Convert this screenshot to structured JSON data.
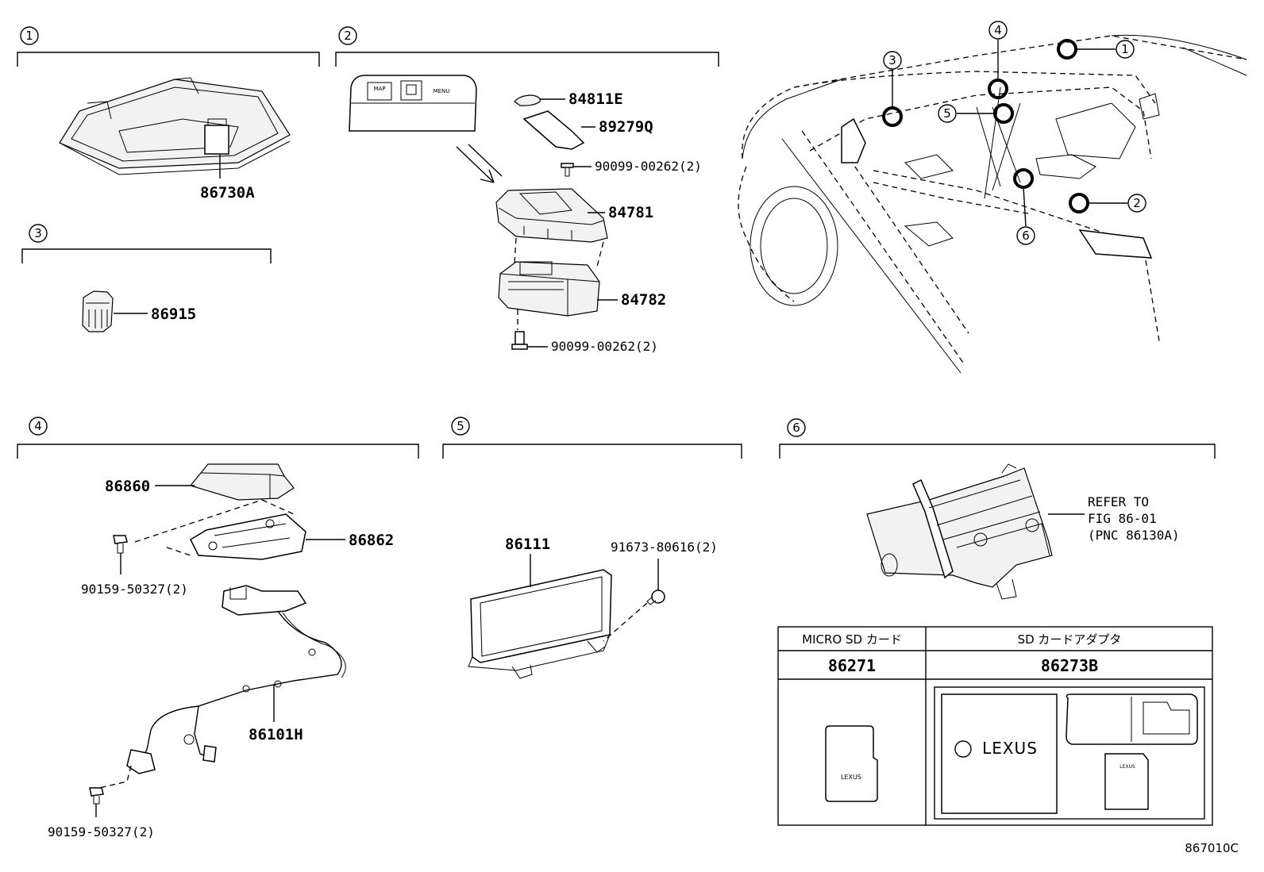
{
  "sections": [
    {
      "id": "1",
      "parts": [
        "86730A"
      ]
    },
    {
      "id": "2",
      "parts": [
        "84811E",
        "89279Q",
        "90099-00262(2)",
        "84781",
        "84782",
        "90099-00262(2)"
      ]
    },
    {
      "id": "3",
      "parts": [
        "86915"
      ]
    },
    {
      "id": "4",
      "parts": [
        "86860",
        "86862",
        "90159-50327(2)",
        "86101H",
        "90159-50327(2)"
      ]
    },
    {
      "id": "5",
      "parts": [
        "86111",
        "91673-80616(2)"
      ]
    },
    {
      "id": "6",
      "refer": [
        "REFER TO",
        "FIG 86-01",
        "(PNC 86130A)"
      ]
    }
  ],
  "location_callouts": [
    "1",
    "2",
    "3",
    "4",
    "5",
    "6"
  ],
  "control_panel_buttons": [
    "MAP",
    "MENU"
  ],
  "sd_table": {
    "headers": [
      "MICRO SD カード",
      "SD カードアダプタ"
    ],
    "part_numbers": [
      "86271",
      "86273B"
    ],
    "brand": "LEXUS"
  },
  "figure_code": "867010C"
}
